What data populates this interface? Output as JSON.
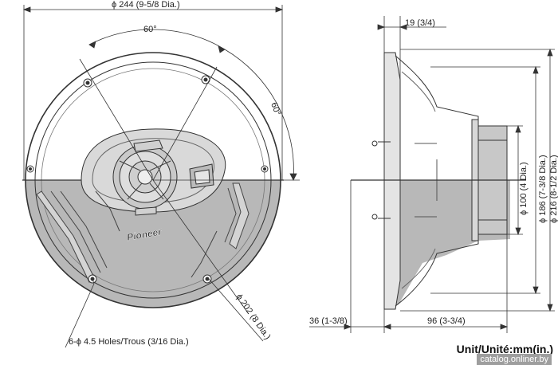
{
  "dimensions": {
    "outer_diameter": "ϕ 244 (9-5/8 Dia.)",
    "angle_top": "60°",
    "angle_right": "60°",
    "hole_diameter": "ϕ 202 (8 Dia.)",
    "holes": "6-ϕ 4.5 Holes/Trous (3/16 Dia.)",
    "flange_depth": "19 (3/4)",
    "front_depth": "36 (1-3/8)",
    "rear_depth": "96 (3-3/4)",
    "magnet_diameter": "ϕ 100 (4 Dia.)",
    "basket_diameter": "ϕ 186 (7-3/8 Dia.)",
    "cutout_diameter": "ϕ 216 (8-1/2 Dia.)"
  },
  "brand": "Pioneer",
  "unit": "Unit/Unité:mm(in.)",
  "watermark": "catalog.onliner.by",
  "colors": {
    "line": "#333333",
    "fill_grey": "#b8b8b8",
    "fill_light": "#d9d9d9"
  }
}
